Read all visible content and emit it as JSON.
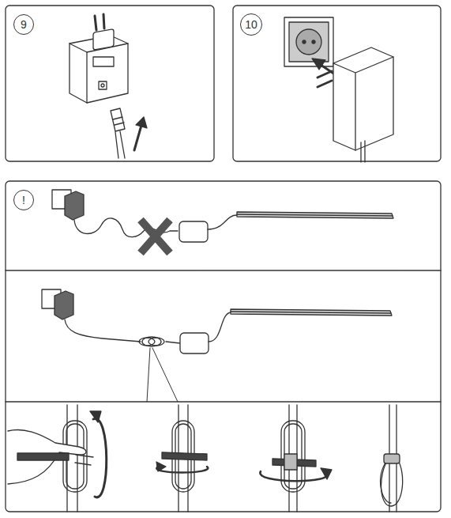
{
  "diagram": {
    "nodes": [
      {
        "text": [
          "9"
        ]
      },
      {
        "text": [
          "10"
        ]
      },
      {
        "text": [
          "!"
        ]
      }
    ]
  }
}
